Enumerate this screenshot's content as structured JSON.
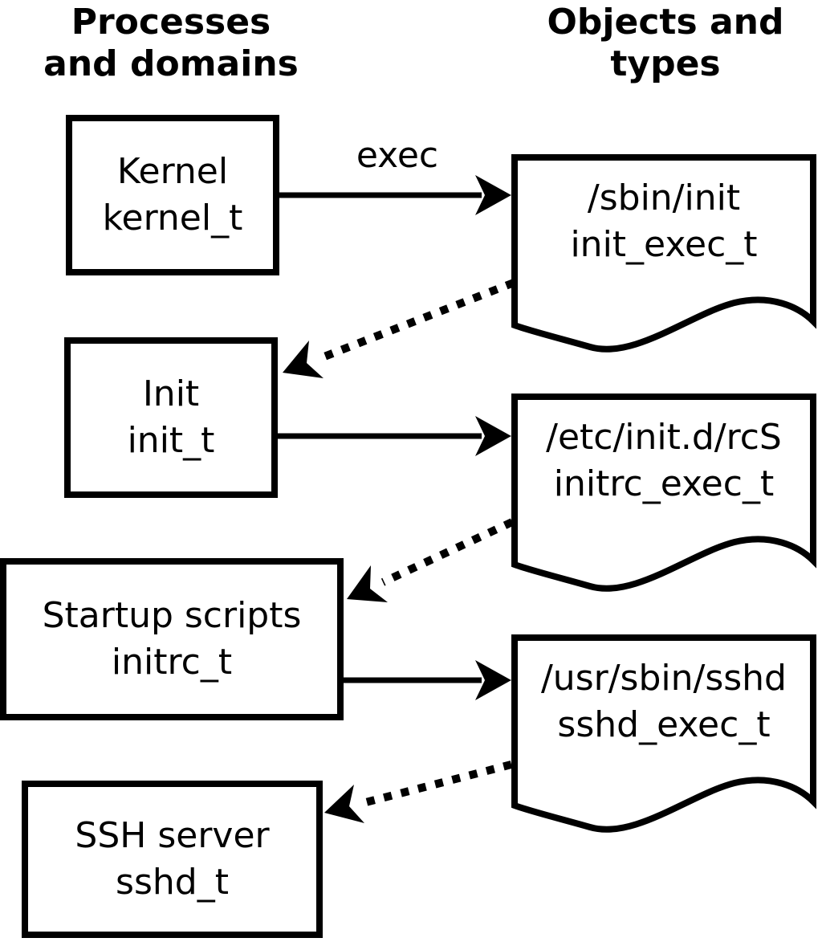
{
  "diagram": {
    "headers": {
      "left": "Processes\nand domains",
      "right": "Objects and\ntypes"
    },
    "exec_label": "exec",
    "processes": [
      {
        "name": "Kernel",
        "type": "kernel_t"
      },
      {
        "name": "Init",
        "type": "init_t"
      },
      {
        "name": "Startup scripts",
        "type": "initrc_t"
      },
      {
        "name": "SSH server",
        "type": "sshd_t"
      }
    ],
    "objects": [
      {
        "path": "/sbin/init",
        "type": "init_exec_t"
      },
      {
        "path": "/etc/init.d/rcS",
        "type": "initrc_exec_t"
      },
      {
        "path": "/usr/sbin/sshd",
        "type": "sshd_exec_t"
      }
    ],
    "transitions": [
      {
        "from": "kernel_t",
        "to": "init_exec_t",
        "label": "exec",
        "style": "solid"
      },
      {
        "from": "init_exec_t",
        "to": "init_t",
        "label": "",
        "style": "dotted"
      },
      {
        "from": "init_t",
        "to": "initrc_exec_t",
        "label": "",
        "style": "solid"
      },
      {
        "from": "initrc_exec_t",
        "to": "initrc_t",
        "label": "",
        "style": "dotted"
      },
      {
        "from": "initrc_t",
        "to": "sshd_exec_t",
        "label": "",
        "style": "solid"
      },
      {
        "from": "sshd_exec_t",
        "to": "sshd_t",
        "label": "",
        "style": "dotted"
      }
    ],
    "colors": {
      "foreground": "#000000",
      "background": "#ffffff"
    }
  }
}
